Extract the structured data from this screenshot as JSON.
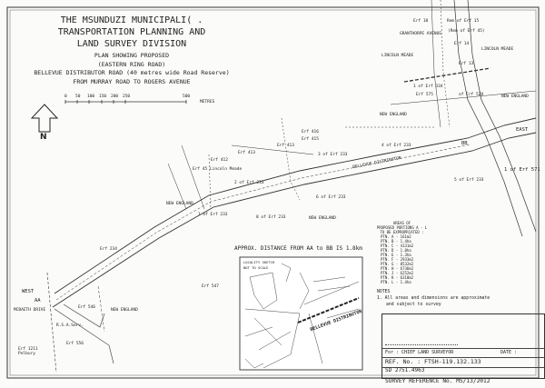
{
  "title": {
    "line1": "THE MSUNDUZI MUNICIPALI( .",
    "line2": "TRANSPORTATION PLANNING AND",
    "line3": "LAND SURVEY DIVISION",
    "line4": "PLAN SHOWING PROPOSED",
    "line5": "(EASTERN RING ROAD)",
    "line6": "BELLEVUE DISTRIBUTOR ROAD (40 metres wide Road Reserve)",
    "line7": "FROM MURRAY ROAD TO ROGERS AVENUE"
  },
  "scale_bar": {
    "ticks": [
      "0",
      "50",
      "100",
      "150",
      "200",
      "250",
      "500"
    ],
    "unit": "METRES"
  },
  "north_label": "N",
  "distance_note": "APPROX. DISTANCE FROM AA to BB IS 1.8km",
  "locality_sketch": {
    "title": "LOCALITY SKETCH",
    "subtitle": "NOT TO SCALE",
    "road_label": "BELLEVUE DISTRIBUTOR"
  },
  "areas": {
    "heading": [
      "AREAS OF",
      "PROPOSED PORTIONS A - L",
      "TO BE EXPROPRIATED :"
    ],
    "portions": [
      "PTN. A - 161m2",
      "PTN. B - 1.4ha",
      "PTN. C - 4131m2",
      "PTN. D - 1.0ha",
      "PTN. E - 1.3ha",
      "PTN. F - 2933m2",
      "PTN. G - 8532m2",
      "PTN. H - 6736m2",
      "PTN. J - 6252m2",
      "PTN. K - 6310m2",
      "PTN. L - 1.4ha"
    ]
  },
  "notes": {
    "heading": "NOTES",
    "items": [
      "1. All areas and dimensions are approximate",
      "and subject to survey"
    ]
  },
  "title_block": {
    "signatory": "For : CHIEF LAND SURVEYOR",
    "date": "DATE :",
    "ref": "REF. No. : FTSH-119.132.133",
    "sd": "SD 2751.4963",
    "survey_ref": "SURVEY REFERENCE No. MS/13/2012"
  },
  "map_labels": {
    "erf18": "Erf 18",
    "rem15": "Rem of Erf 15",
    "rem45": "(Rem of Erf 45)",
    "granthorpe": "GRANTHORPE AVENUE",
    "erf14": "Erf 14",
    "lincoln1": "LINCOLN MEADE",
    "lincoln2": "LINCOLN MEADE",
    "erf13": "Erf 13",
    "erf334": "1 of Erf 334",
    "erf575": "Erf 575",
    "erf529": "of Erf 529",
    "ne1": "NEW ENGLAND",
    "ne2": "NEW ENGLAND",
    "ne3": "NEW ENGLAND",
    "ne4": "NEW ENGLAND",
    "ne5": "NEW ENGLAND",
    "east": "EAST",
    "bb": "BB",
    "west": "WEST",
    "aa": "AA",
    "erf233_4": "4 of Erf 233",
    "erf233_3": "3 of Erf 233",
    "erf233_5": "5 of Erf 233",
    "erf233_6": "6 of Erf 233",
    "erf233_8": "8 of Erf 233",
    "erf233_2": "2 of Erf 233",
    "erf233_1": "1 of Erf 233",
    "erf416": "Erf 416",
    "erf415": "Erf 415",
    "erf413": "Erf 413",
    "erf412": "Erf 412",
    "erf413b": "Erf 413",
    "erf45": "Erf 45 Lincoln Meade",
    "erf571": "1 of Erf 571",
    "erf234": "Erf 234",
    "erf547": "Erf 547",
    "erf546": "Erf 546",
    "mcbaeth": "MCBAETH DRIVE",
    "rsa": "R.S.A.Serv.",
    "erf556": "Erf 556",
    "erf1211": "Erf 1211 Pelbury",
    "road": "BELLEVUE DISTRIBUTOR"
  }
}
